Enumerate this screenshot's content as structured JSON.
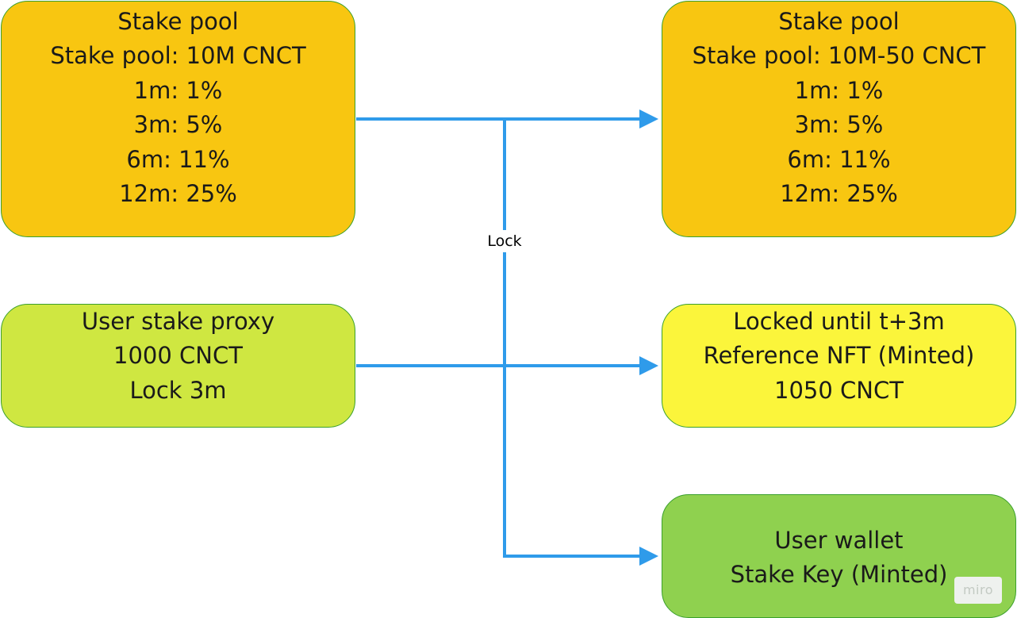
{
  "colors": {
    "stake_pool_fill": "#f8c611",
    "proxy_fill": "#cfe741",
    "locked_fill": "#fbf53b",
    "wallet_fill": "#8fd14f",
    "connector_stroke": "#2f9bea",
    "node_border": "#3aa02c"
  },
  "nodes": {
    "stake_pool_left": {
      "lines": [
        "Stake pool",
        "Stake pool: 10M CNCT",
        "1m: 1%",
        "3m: 5%",
        "6m: 11%",
        "12m: 25%"
      ]
    },
    "stake_pool_right": {
      "lines": [
        "Stake pool",
        "Stake pool: 10M-50 CNCT",
        "1m: 1%",
        "3m: 5%",
        "6m: 11%",
        "12m: 25%"
      ]
    },
    "user_stake_proxy": {
      "lines": [
        "User stake proxy",
        "1000 CNCT",
        "Lock 3m"
      ]
    },
    "locked_reference": {
      "lines": [
        "Locked until t+3m",
        "Reference NFT (Minted)",
        "1050 CNCT"
      ]
    },
    "user_wallet": {
      "lines": [
        "User wallet",
        "Stake Key (Minted)"
      ]
    }
  },
  "edge_label": "Lock",
  "watermark": "miro",
  "edges": [
    {
      "from": "stake_pool_left",
      "to": "stake_pool_right"
    },
    {
      "from": "stake_pool_left",
      "to": "user_wallet",
      "label": "Lock"
    },
    {
      "from": "user_stake_proxy",
      "to": "locked_reference"
    }
  ]
}
